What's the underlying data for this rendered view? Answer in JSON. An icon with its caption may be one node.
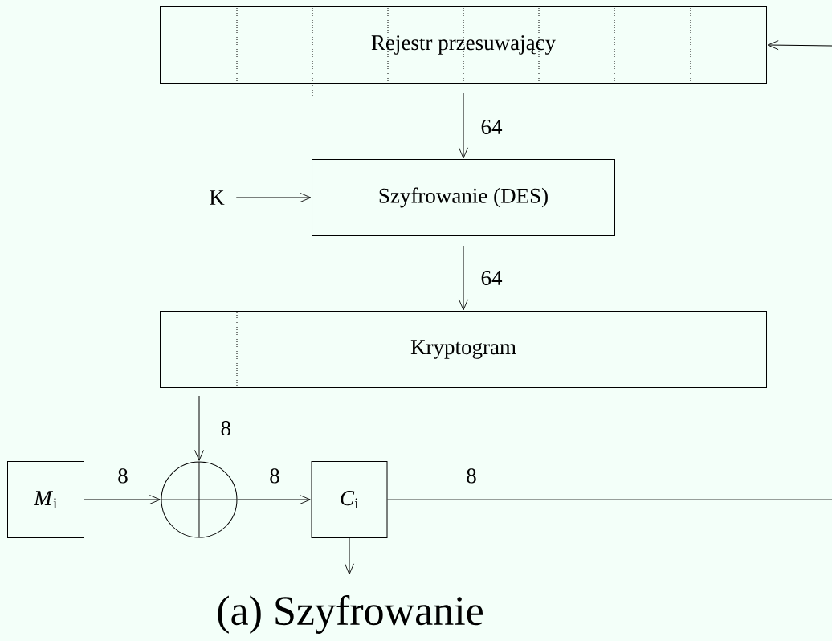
{
  "diagram": {
    "caption": "(a) Szyfrowanie",
    "nodes": [
      {
        "text": [
          "Rejestr przesuwający"
        ]
      },
      {
        "text": [
          "K"
        ]
      },
      {
        "text": [
          "Szyfrowanie (DES)"
        ]
      },
      {
        "text": [
          "Kryptogram"
        ]
      },
      {
        "text": [
          "*M*$_{i}$"
        ]
      },
      {
        "text": [],
        "shape": "circle"
      },
      {
        "text": [
          "*C*$_{i}$"
        ]
      }
    ],
    "edges": [
      {
        "from": 0,
        "to": 2,
        "arrow": "to",
        "label": "64"
      },
      {
        "from": 1,
        "to": 2,
        "arrow": "to"
      },
      {
        "from": 2,
        "to": 3,
        "arrow": "to",
        "label": "64"
      },
      {
        "from": 3,
        "to": 5,
        "arrow": "to",
        "label": "8"
      },
      {
        "from": 4,
        "to": 5,
        "arrow": "to",
        "label": "8"
      },
      {
        "from": 5,
        "to": 6,
        "arrow": "to",
        "label": "8"
      },
      {
        "from": 6,
        "to": null,
        "arrow": "none",
        "label": "8"
      },
      {
        "from": null,
        "to": 0,
        "arrow": "to"
      },
      {
        "from": 6,
        "to": null,
        "arrow": "to"
      }
    ]
  }
}
